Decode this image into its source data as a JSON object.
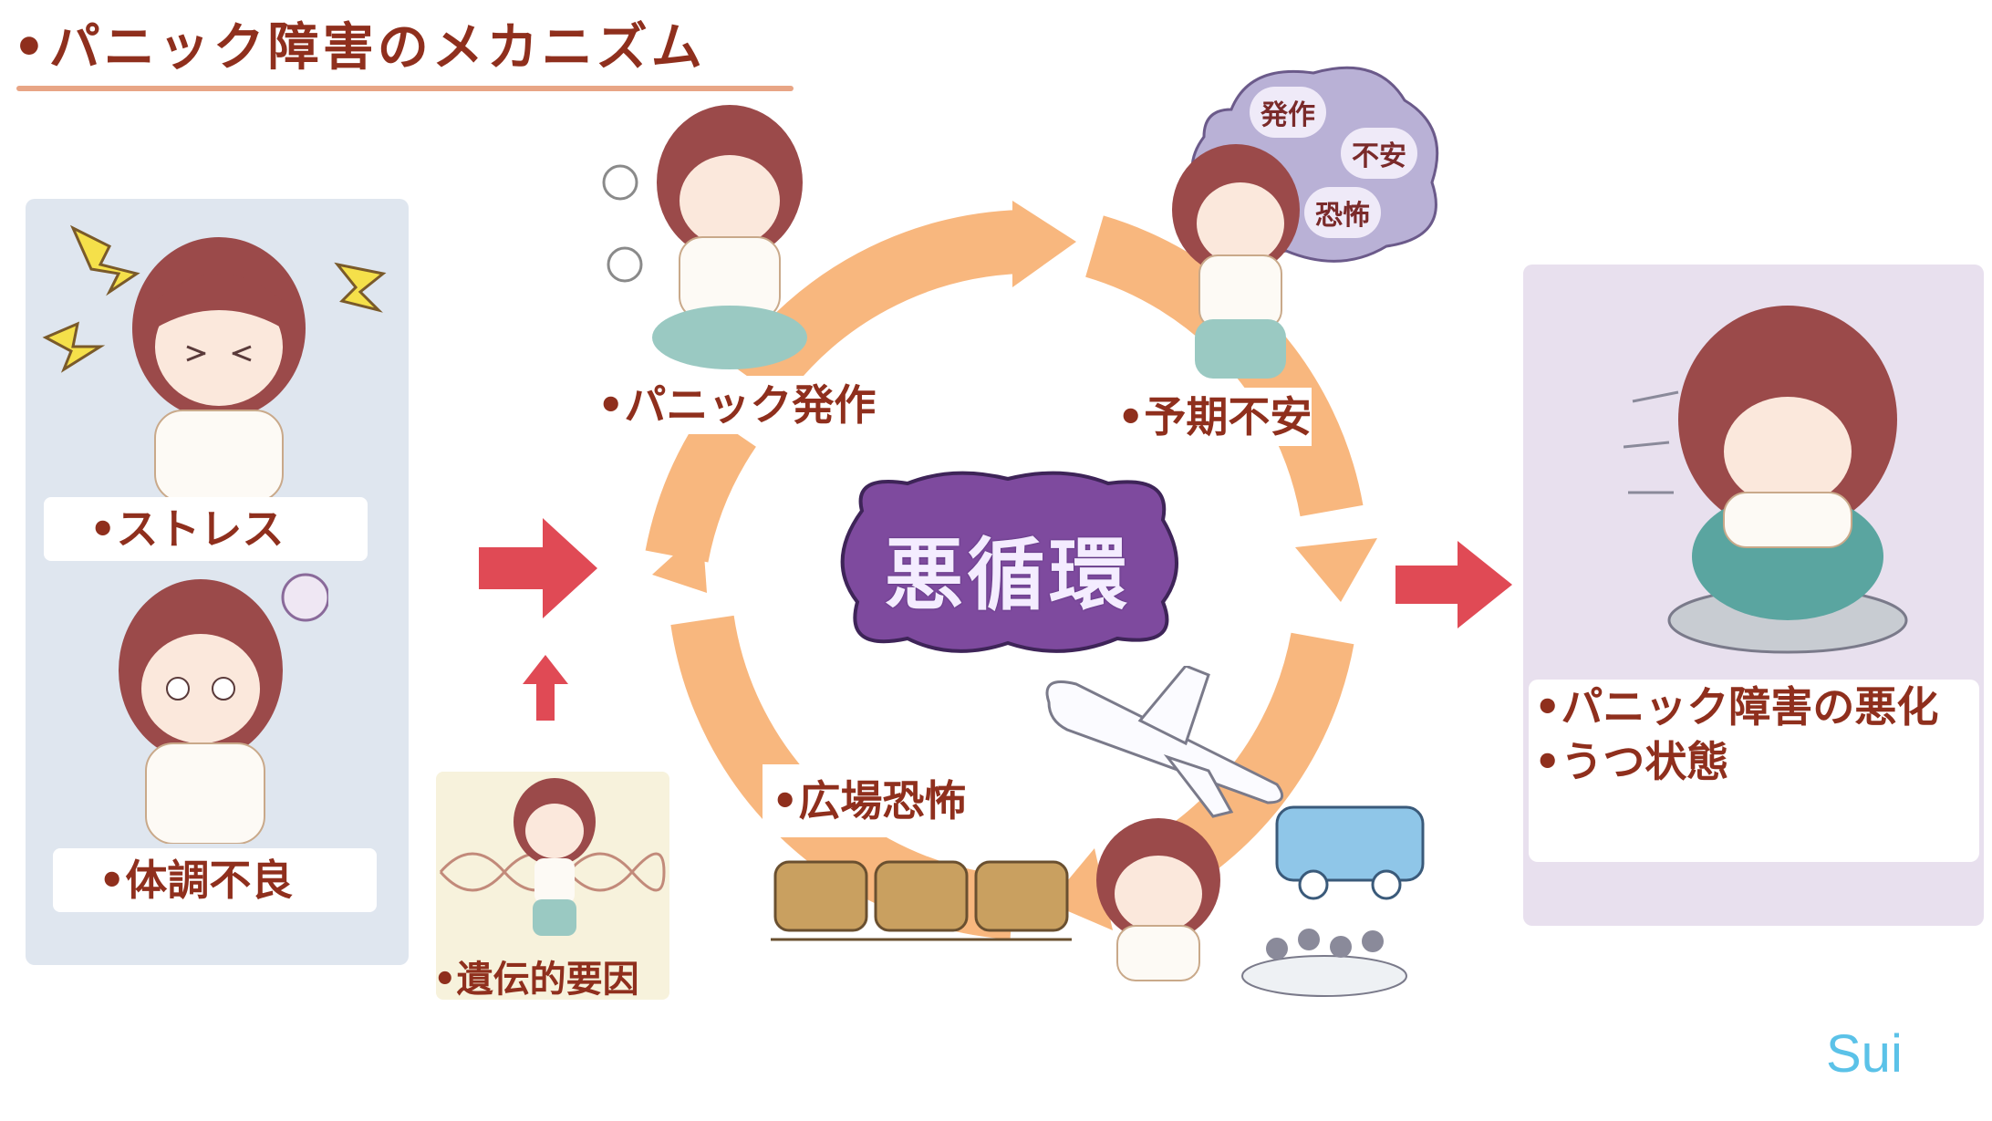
{
  "title": "•パニック障害のメカニズム",
  "causes": {
    "stress": "•ストレス",
    "poor_health": "•体調不良",
    "genetic": "•遺伝的要因"
  },
  "cycle": {
    "center": "悪循環",
    "panic_attack": "•パニック発作",
    "anticipatory_anxiety": "•予期不安",
    "agoraphobia": "•広場恐怖"
  },
  "thought_bubble": [
    "発作",
    "不安",
    "恐怖"
  ],
  "outcomes": [
    "•パニック障害の悪化",
    "•うつ状態"
  ],
  "credit": "Sui",
  "colors": {
    "title": "#8f2f1d",
    "cycle_arrow": "#f8b77e",
    "flow_arrow": "#e04a55",
    "center_blob": "#7e4a9e",
    "left_panel": "#dfe6ef",
    "right_panel": "#e8e0ee",
    "credit": "#5bc2e8"
  }
}
